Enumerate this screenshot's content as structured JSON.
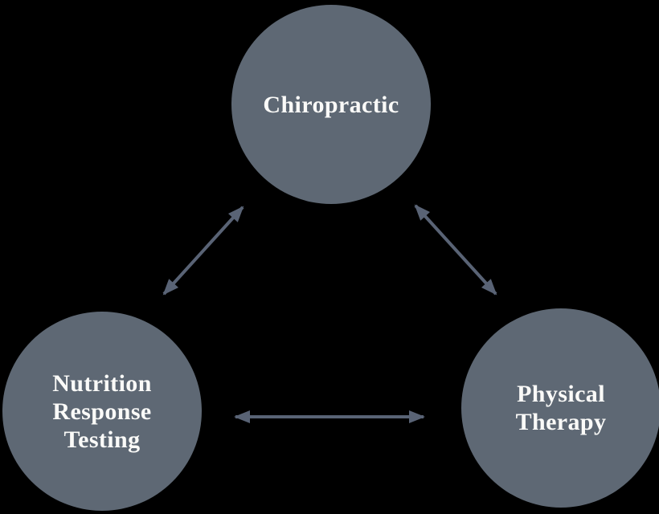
{
  "diagram": {
    "colors": {
      "background": "#000000",
      "node_fill": "#5e6874",
      "label_text": "#fafaf8",
      "arrow": "#596375"
    },
    "nodes": [
      {
        "id": "chiropractic",
        "label": "Chiropractic",
        "lines": [
          "Chiropractic"
        ]
      },
      {
        "id": "nutrition-response-testing",
        "label": "Nutrition Response Testing",
        "lines": [
          "Nutrition",
          "Response",
          "Testing"
        ]
      },
      {
        "id": "physical-therapy",
        "label": "Physical Therapy",
        "lines": [
          "Physical",
          "Therapy"
        ]
      }
    ],
    "connections": [
      {
        "from": "chiropractic",
        "to": "nutrition-response-testing",
        "style": "double-arrow"
      },
      {
        "from": "chiropractic",
        "to": "physical-therapy",
        "style": "double-arrow"
      },
      {
        "from": "nutrition-response-testing",
        "to": "physical-therapy",
        "style": "double-arrow"
      }
    ]
  }
}
